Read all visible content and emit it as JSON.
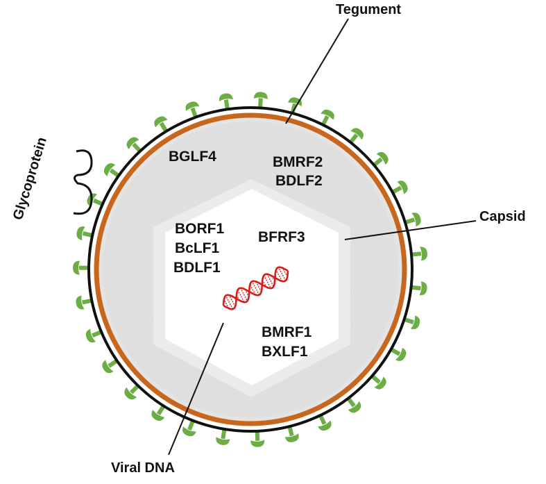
{
  "labels": {
    "tegument": "Tegument",
    "glycoprotein": "Glycoprotein",
    "capsid": "Capsid",
    "viral_dna": "Viral DNA"
  },
  "genes": {
    "tegument_left": [
      "BGLF4"
    ],
    "tegument_right": [
      "BMRF2",
      "BDLF2"
    ],
    "capsid_left": [
      "BORF1",
      "BcLF1",
      "BDLF1"
    ],
    "capsid_top": [
      "BFRF3"
    ],
    "capsid_bottom": [
      "BMRF1",
      "BXLF1"
    ]
  },
  "colors": {
    "envelope": "#111111",
    "tegument_ring": "#c8661e",
    "glycoprotein": "#6cae45",
    "tegument_fill": "#e4e4e4",
    "capsid_fill": "#ffffff",
    "dna": "#d71a1a",
    "leader_line": "#111111"
  },
  "spike_count": 31
}
